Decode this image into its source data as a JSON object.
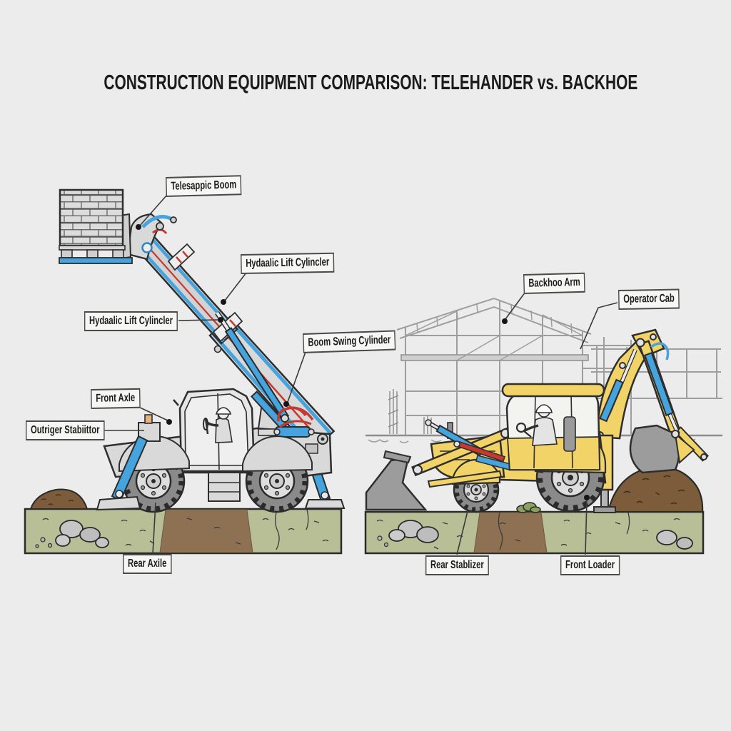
{
  "title": "CONSTRUCTION EQUIPMENT COMPARISON: TELEHANDER vs. BACKHOE",
  "labels": {
    "telescopic_boom": "Telesappic Boom",
    "hydraulic_lift_cylinder_upper": "Hydaalic Lift Cylincler",
    "hydraulic_lift_cylinder_lower": "Hydaalic Lift Cylincler",
    "boom_swing_cylinder": "Boom Swing Cylinder",
    "front_axle": "Front Axle",
    "outrigger_stabilizer": "Outriger Stabiittor",
    "rear_axle": "Rear Axile",
    "backhoe_arm": "Backhoo Arm",
    "operator_cab": "Operator Cab",
    "rear_stabilizer": "Rear Stablizer",
    "front_loader": "Front Loader"
  },
  "illustration": {
    "left_machine": "telehandler lifting a pallet of bricks on an extended telescopic boom",
    "right_machine": "backhoe loader with raised digging arm beside a steel building frame and dirt mound",
    "colors": {
      "background": "#ececec",
      "machine_gray": "#d9d9d9",
      "backhoe_yellow": "#f2d368",
      "hydraulic_blue": "#45a3dd",
      "hose_red": "#c6392e",
      "ground_green": "#b8be95",
      "soil_patch_brown": "#8d7152",
      "dirt_mound_brown": "#7d5c3c",
      "outline": "#2e2e2e",
      "building_gray": "#9e9e9e"
    }
  }
}
